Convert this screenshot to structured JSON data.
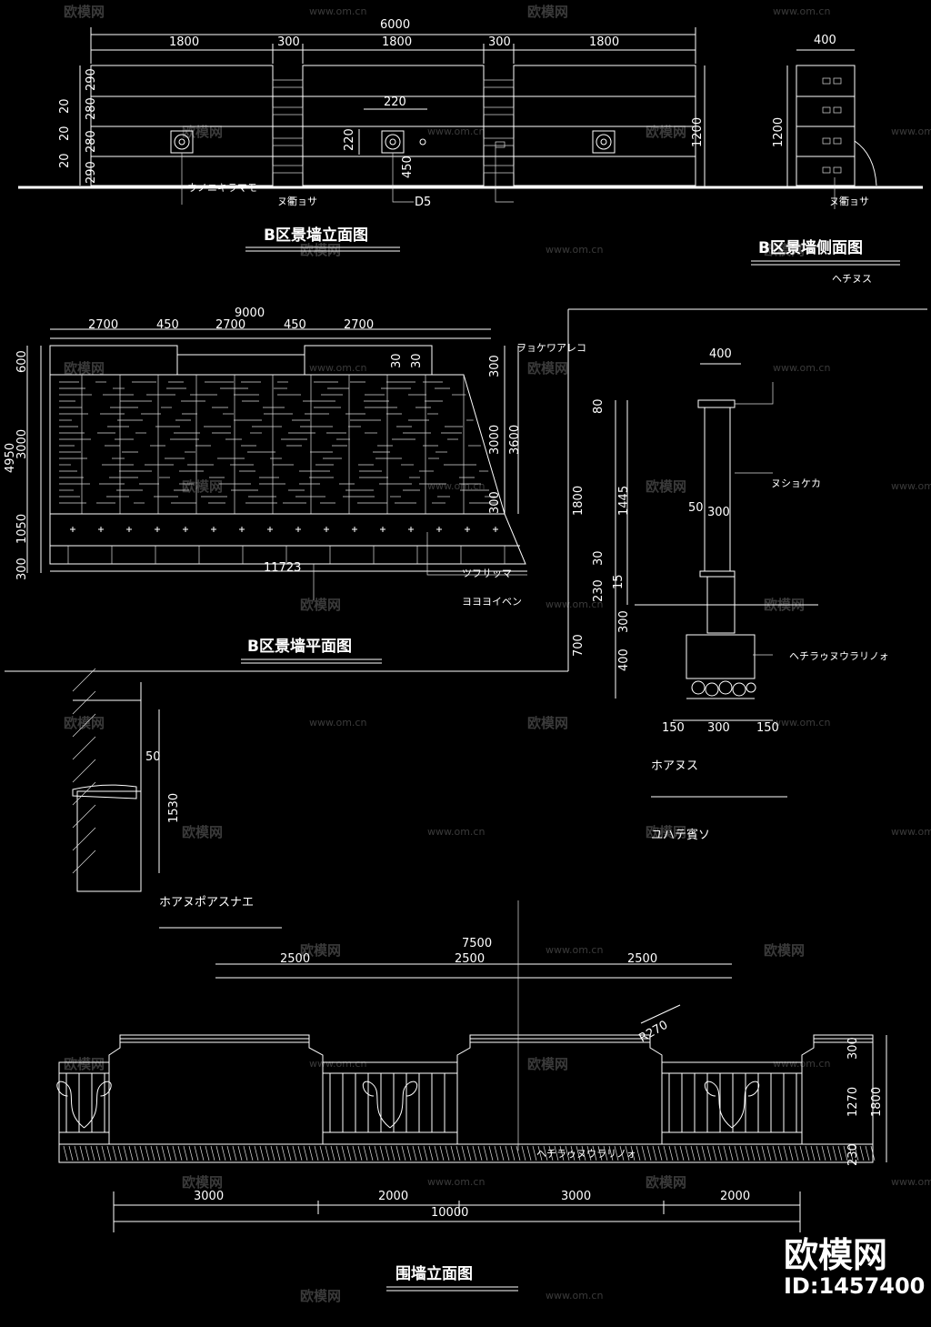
{
  "drawings": {
    "b_elevation": {
      "title": "B区景墙立面图",
      "dims_top": [
        "6000",
        "1800",
        "300",
        "1800",
        "300",
        "1800"
      ],
      "dims_left": [
        "20",
        "20",
        "20",
        "290",
        "280",
        "280",
        "290"
      ],
      "dims_inner": [
        "220",
        "220",
        "450",
        "1200"
      ],
      "notes": [
        "D5",
        "ウノニキラマモ",
        "ヌ衢ョサ"
      ]
    },
    "b_side": {
      "title": "B区景墙侧面图",
      "dims": [
        "400",
        "1200"
      ],
      "notes": [
        "ヌ衢ョサ",
        "ヘチヌス"
      ]
    },
    "b_plan": {
      "title": "B区景墙平面图",
      "dims_top": [
        "9000",
        "2700",
        "450",
        "2700",
        "450",
        "2700"
      ],
      "dims_left": [
        "4950",
        "600",
        "3000",
        "1050",
        "300"
      ],
      "dims_right": [
        "300",
        "3000",
        "3600",
        "30",
        "30",
        "300"
      ],
      "dims_bottom": [
        "11723"
      ],
      "notes": [
        "ヲョケワアレコ",
        "ツフサッマ",
        "ヨヨヨイベン"
      ]
    },
    "wall_section": {
      "dims_top": [
        "400"
      ],
      "dims_left": [
        "1800",
        "1445",
        "80",
        "50",
        "300",
        "30",
        "230",
        "300",
        "15",
        "700",
        "400"
      ],
      "dims_bottom": [
        "150",
        "300",
        "150"
      ],
      "notes": [
        "ヌショケカ",
        "ヘチラゥヌウラリノォ"
      ],
      "label": "ホアヌス",
      "sublabel": "ユハテ賓ソ"
    },
    "detail": {
      "dims": [
        "50",
        "1530"
      ],
      "label": "ホアヌポアスナエ"
    },
    "fence_elevation": {
      "title": "围墙立面图",
      "dims_top": [
        "7500",
        "2500",
        "2500",
        "2500"
      ],
      "dims_bottom": [
        "3000",
        "2000",
        "3000",
        "2000",
        "10000"
      ],
      "dims_right": [
        "300",
        "1270",
        "1800",
        "230"
      ],
      "radius": "R270",
      "note": "ヘチラゥヌウラリノォ"
    }
  },
  "watermark": {
    "brand": "欧模网",
    "url": "www.om.cn",
    "id_label": "ID:1457400"
  }
}
